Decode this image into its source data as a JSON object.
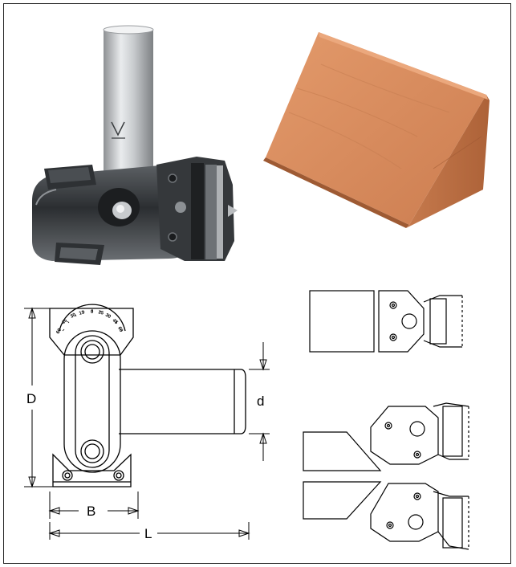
{
  "dimensions": {
    "D": "D",
    "d": "d",
    "B": "B",
    "L": "L"
  },
  "scale_labels": [
    "60",
    "45",
    "30",
    "15",
    "0",
    "15",
    "30",
    "45",
    "60"
  ],
  "colors": {
    "wood_front": "#d58a5c",
    "wood_top": "#c47b4f",
    "wood_side": "#b96e44",
    "steel_light": "#d8dadc",
    "steel_dark": "#3a3d40"
  }
}
